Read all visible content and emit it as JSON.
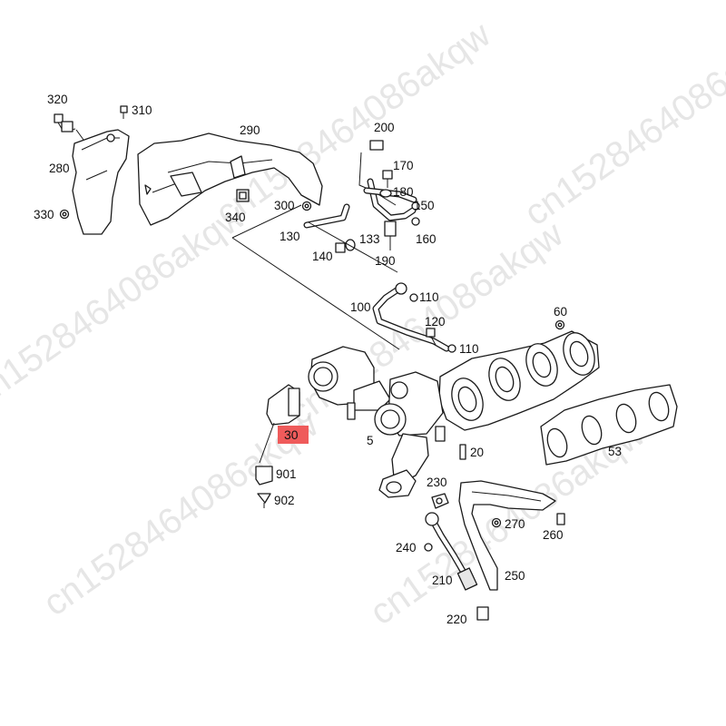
{
  "watermark": "cn1528464086akqw",
  "highlight": {
    "label": "30",
    "color": "#ef5b5b"
  },
  "callouts": {
    "p320": "320",
    "p310": "310",
    "p290": "290",
    "p280": "280",
    "p330": "330",
    "p340": "340",
    "p300": "300",
    "p200": "200",
    "p170": "170",
    "p180": "180",
    "p150": "150",
    "p160": "160",
    "p130": "130",
    "p133": "133",
    "p140": "140",
    "p190": "190",
    "p100": "100",
    "p110a": "110",
    "p120": "120",
    "p110b": "110",
    "p60": "60",
    "p5": "5",
    "p20": "20",
    "p53": "53",
    "p901": "901",
    "p902": "902",
    "p230": "230",
    "p270": "270",
    "p260": "260",
    "p240": "240",
    "p210": "210",
    "p250": "250",
    "p220": "220"
  }
}
